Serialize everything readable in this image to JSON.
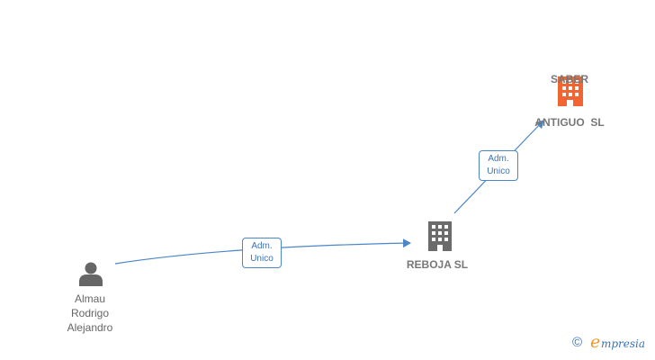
{
  "nodes": {
    "person": {
      "lines": [
        "Almau",
        "Rodrigo",
        "Alejandro"
      ],
      "icon": "person-icon",
      "color": "#666666"
    },
    "reboja": {
      "name": "REBOJA SL",
      "icon": "building-icon",
      "color": "#666666"
    },
    "saber": {
      "lines": [
        "SABER",
        "ANTIGUO  SL"
      ],
      "icon": "building-icon",
      "color": "#f26532"
    }
  },
  "edges": [
    {
      "from": "person",
      "to": "reboja",
      "label_line1": "Adm.",
      "label_line2": "Unico"
    },
    {
      "from": "reboja",
      "to": "saber",
      "label_line1": "Adm.",
      "label_line2": "Unico"
    }
  ],
  "edge_color": "#4a86c8",
  "footer": {
    "copyright_symbol": "©",
    "brand_initial": "e",
    "brand_rest": "mpresia"
  }
}
